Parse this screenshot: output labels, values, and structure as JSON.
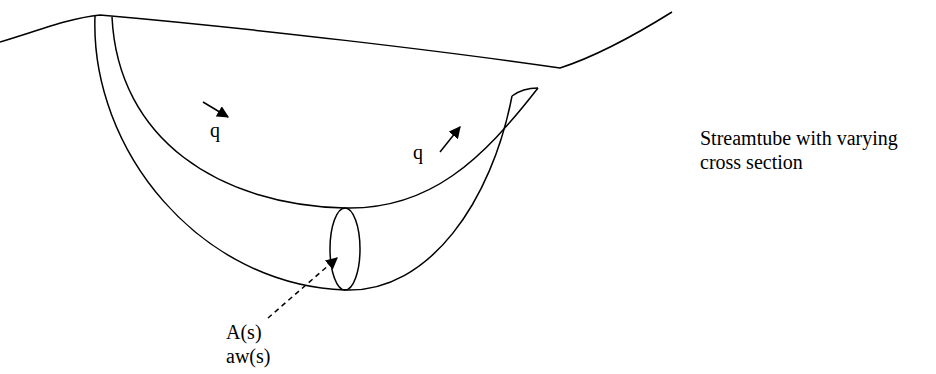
{
  "diagram": {
    "labels": [
      "q",
      "q",
      "A(s)",
      "aw(s)",
      "Streamtube with varying cross section"
    ]
  }
}
